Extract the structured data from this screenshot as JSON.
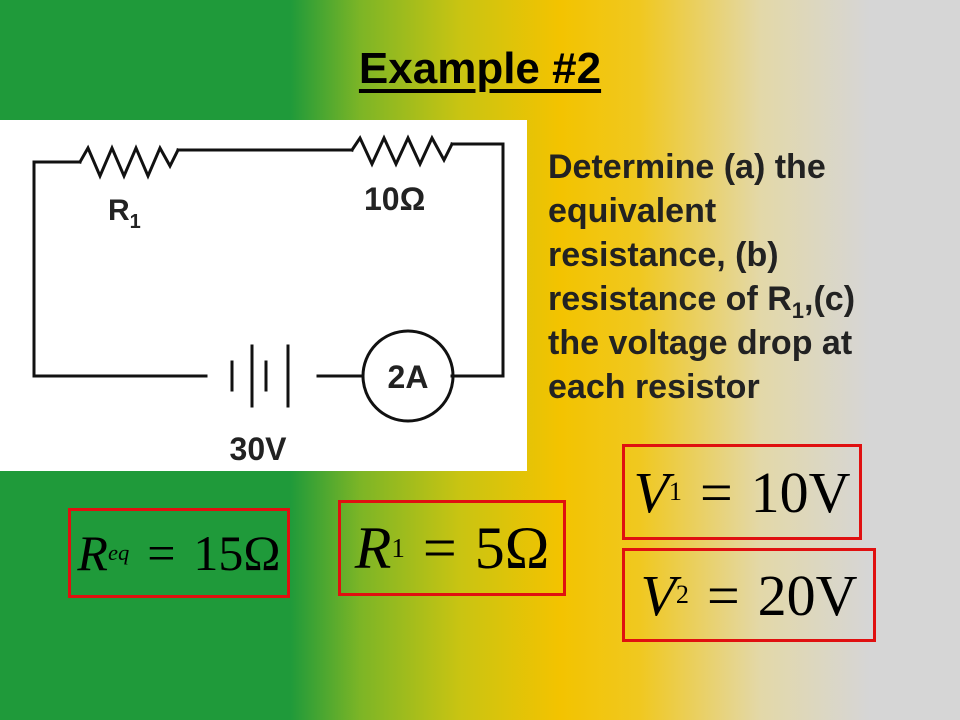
{
  "slide": {
    "title": "Example #2"
  },
  "circuit": {
    "r1_label": "R",
    "r1_subscript": "1",
    "r2_label": "10Ω",
    "ammeter_label": "2A",
    "battery_label": "30V"
  },
  "question": {
    "line1": "Determine (a) the",
    "line2": "equivalent",
    "line3": "resistance, (b)",
    "line4_pre": "resistance of R",
    "line4_sub": "1",
    "line4_post": ",(c)",
    "line5": "the voltage drop at",
    "line6": "each resistor"
  },
  "equations": {
    "req": {
      "var": "R",
      "sub": "eq",
      "rhs": "15Ω"
    },
    "r1": {
      "var": "R",
      "sub": "1",
      "rhs": "5Ω"
    },
    "v1": {
      "var": "V",
      "sub": "1",
      "rhs": "10V"
    },
    "v2": {
      "var": "V",
      "sub": "2",
      "rhs": "20V"
    }
  },
  "colors": {
    "box_border": "#e01010",
    "wire": "#111111"
  }
}
